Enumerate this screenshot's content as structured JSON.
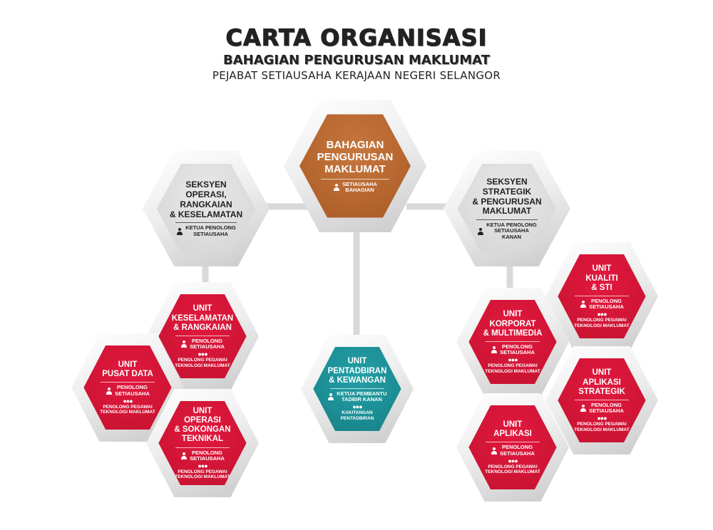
{
  "header": {
    "title": "CARTA ORGANISASI",
    "subtitle": "BAHAGIAN PENGURUSAN MAKLUMAT",
    "subtitle2": "PEJABAT SETIAUSAHA KERAJAAN NEGERI SELANGOR"
  },
  "colors": {
    "red": "#c4122f",
    "grey": "#d3d3d3",
    "orange": "#a95a24",
    "teal": "#168087",
    "connector": "#d9d9d9"
  },
  "icons": {
    "person": "person-icon",
    "group": "people-group-icon"
  },
  "nodes": {
    "center": {
      "title": [
        "BAHAGIAN",
        "PENGURUSAN",
        "MAKLUMAT"
      ],
      "role": [
        "SETIAUSAHA",
        "BAHAGIAN"
      ]
    },
    "left_section": {
      "title": [
        "SEKSYEN",
        "OPERASI,",
        "RANGKAIAN",
        "& KESELAMATAN"
      ],
      "role": [
        "KETUA PENOLONG",
        "SETIAUSAHA"
      ]
    },
    "right_section": {
      "title": [
        "SEKSYEN",
        "STRATEGIK",
        "& PENGURUSAN",
        "MAKLUMAT"
      ],
      "role": [
        "KETUA PENOLONG",
        "SETIAUSAHA",
        "KANAN"
      ]
    },
    "unit_keselamatan": {
      "title": [
        "UNIT",
        "KESELAMATAN",
        "& RANGKAIAN"
      ],
      "role1": [
        "PENOLONG",
        "SETIAUSAHA"
      ],
      "role2": [
        "PENOLONG PEGAWAI",
        "TEKNOLOGI MAKLUMAT"
      ]
    },
    "unit_pusat_data": {
      "title": [
        "UNIT",
        "PUSAT DATA"
      ],
      "role1": [
        "PENOLONG",
        "SETIAUSAHA"
      ],
      "role2": [
        "PENOLONG PEGAWAI",
        "TEKNOLOGI MAKLUMAT"
      ]
    },
    "unit_operasi": {
      "title": [
        "UNIT",
        "OPERASI",
        "& SOKONGAN",
        "TEKNIKAL"
      ],
      "role1": [
        "PENOLONG",
        "SETIAUSAHA"
      ],
      "role2": [
        "PENOLONG PEGAWAI",
        "TEKNOLOGI MAKLUMAT"
      ]
    },
    "unit_pentadbiran": {
      "title": [
        "UNIT",
        "PENTADBIRAN",
        "& KEWANGAN"
      ],
      "role1": [
        "KETUA PEMBANTU",
        "TADBIR KANAN"
      ],
      "role2": [
        "KAKITANGAN",
        "PENTADBIRAN"
      ]
    },
    "unit_kualiti": {
      "title": [
        "UNIT",
        "KUALITI",
        "& STI"
      ],
      "role1": [
        "PENOLONG",
        "SETIAUSAHA"
      ],
      "role2": [
        "PENOLONG PEGAWAI",
        "TEKNOLOGI MAKLUMAT"
      ]
    },
    "unit_korporat": {
      "title": [
        "UNIT",
        "KORPORAT",
        "& MULTIMEDIA"
      ],
      "role1": [
        "PENOLONG",
        "SETIAUSAHA"
      ],
      "role2": [
        "PENOLONG PEGAWAI",
        "TEKNOLOGI MAKLUMAT"
      ]
    },
    "unit_aplikasi_strategik": {
      "title": [
        "UNIT",
        "APLIKASI",
        "STRATEGIK"
      ],
      "role1": [
        "PENOLONG",
        "SETIAUSAHA"
      ],
      "role2": [
        "PENOLONG PEGAWAI",
        "TEKNOLOGI MAKLUMAT"
      ]
    },
    "unit_aplikasi": {
      "title": [
        "UNIT",
        "APLIKASI"
      ],
      "role1": [
        "PENOLONG",
        "SETIAUSAHA"
      ],
      "role2": [
        "PENOLONG PEGAWAI",
        "TEKNOLOGI MAKLUMAT"
      ]
    }
  }
}
